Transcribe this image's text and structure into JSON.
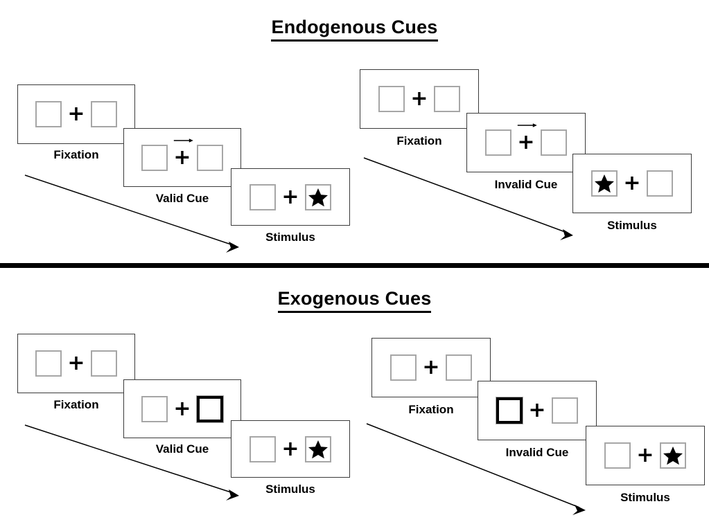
{
  "figure": {
    "title_endogenous": "Endogenous Cues",
    "title_exogenous": "Exogenous Cues",
    "icons": {
      "fixation_cross": "plus-cross-icon",
      "target_star": "star-icon",
      "direction_arrow": "right-arrow-cue-icon",
      "timeline_arrow": "timeline-arrow-icon"
    },
    "colors": {
      "ink": "#000000",
      "panel_border": "#3a3a3a",
      "box_border": "#a6a6a6",
      "cued_box_border": "#000000",
      "divider": "#000000"
    }
  },
  "sections": [
    {
      "id": "endogenous",
      "title": "Endogenous Cues",
      "cue_type": "central arrow",
      "sequences": [
        {
          "id": "endogenous-valid",
          "validity": "valid",
          "frames": [
            {
              "label": "Fixation",
              "left_box": {
                "state": "normal",
                "content": "none"
              },
              "right_box": {
                "state": "normal",
                "content": "none"
              },
              "center": {
                "cross": "+",
                "arrow": "none"
              }
            },
            {
              "label": "Valid Cue",
              "left_box": {
                "state": "normal",
                "content": "none"
              },
              "right_box": {
                "state": "normal",
                "content": "none"
              },
              "center": {
                "cross": "+",
                "arrow": "right"
              }
            },
            {
              "label": "Stimulus",
              "left_box": {
                "state": "normal",
                "content": "none"
              },
              "right_box": {
                "state": "normal",
                "content": "star"
              },
              "center": {
                "cross": "+",
                "arrow": "none"
              }
            }
          ]
        },
        {
          "id": "endogenous-invalid",
          "validity": "invalid",
          "frames": [
            {
              "label": "Fixation",
              "left_box": {
                "state": "normal",
                "content": "none"
              },
              "right_box": {
                "state": "normal",
                "content": "none"
              },
              "center": {
                "cross": "+",
                "arrow": "none"
              }
            },
            {
              "label": "Invalid Cue",
              "left_box": {
                "state": "normal",
                "content": "none"
              },
              "right_box": {
                "state": "normal",
                "content": "none"
              },
              "center": {
                "cross": "+",
                "arrow": "right"
              }
            },
            {
              "label": "Stimulus",
              "left_box": {
                "state": "normal",
                "content": "star"
              },
              "right_box": {
                "state": "normal",
                "content": "none"
              },
              "center": {
                "cross": "+",
                "arrow": "none"
              }
            }
          ]
        }
      ]
    },
    {
      "id": "exogenous",
      "title": "Exogenous Cues",
      "cue_type": "peripheral box flash",
      "sequences": [
        {
          "id": "exogenous-valid",
          "validity": "valid",
          "frames": [
            {
              "label": "Fixation",
              "left_box": {
                "state": "normal",
                "content": "none"
              },
              "right_box": {
                "state": "normal",
                "content": "none"
              },
              "center": {
                "cross": "+",
                "arrow": "none"
              }
            },
            {
              "label": "Valid Cue",
              "left_box": {
                "state": "normal",
                "content": "none"
              },
              "right_box": {
                "state": "cued",
                "content": "none"
              },
              "center": {
                "cross": "+",
                "arrow": "none"
              }
            },
            {
              "label": "Stimulus",
              "left_box": {
                "state": "normal",
                "content": "none"
              },
              "right_box": {
                "state": "normal",
                "content": "star"
              },
              "center": {
                "cross": "+",
                "arrow": "none"
              }
            }
          ]
        },
        {
          "id": "exogenous-invalid",
          "validity": "invalid",
          "frames": [
            {
              "label": "Fixation",
              "left_box": {
                "state": "normal",
                "content": "none"
              },
              "right_box": {
                "state": "normal",
                "content": "none"
              },
              "center": {
                "cross": "+",
                "arrow": "none"
              }
            },
            {
              "label": "Invalid Cue",
              "left_box": {
                "state": "cued",
                "content": "none"
              },
              "right_box": {
                "state": "normal",
                "content": "none"
              },
              "center": {
                "cross": "+",
                "arrow": "none"
              }
            },
            {
              "label": "Stimulus",
              "left_box": {
                "state": "normal",
                "content": "none"
              },
              "right_box": {
                "state": "normal",
                "content": "star"
              },
              "center": {
                "cross": "+",
                "arrow": "none"
              }
            }
          ]
        }
      ]
    }
  ],
  "labels": {
    "fixation": "Fixation",
    "valid_cue": "Valid Cue",
    "invalid_cue": "Invalid Cue",
    "stimulus": "Stimulus"
  }
}
